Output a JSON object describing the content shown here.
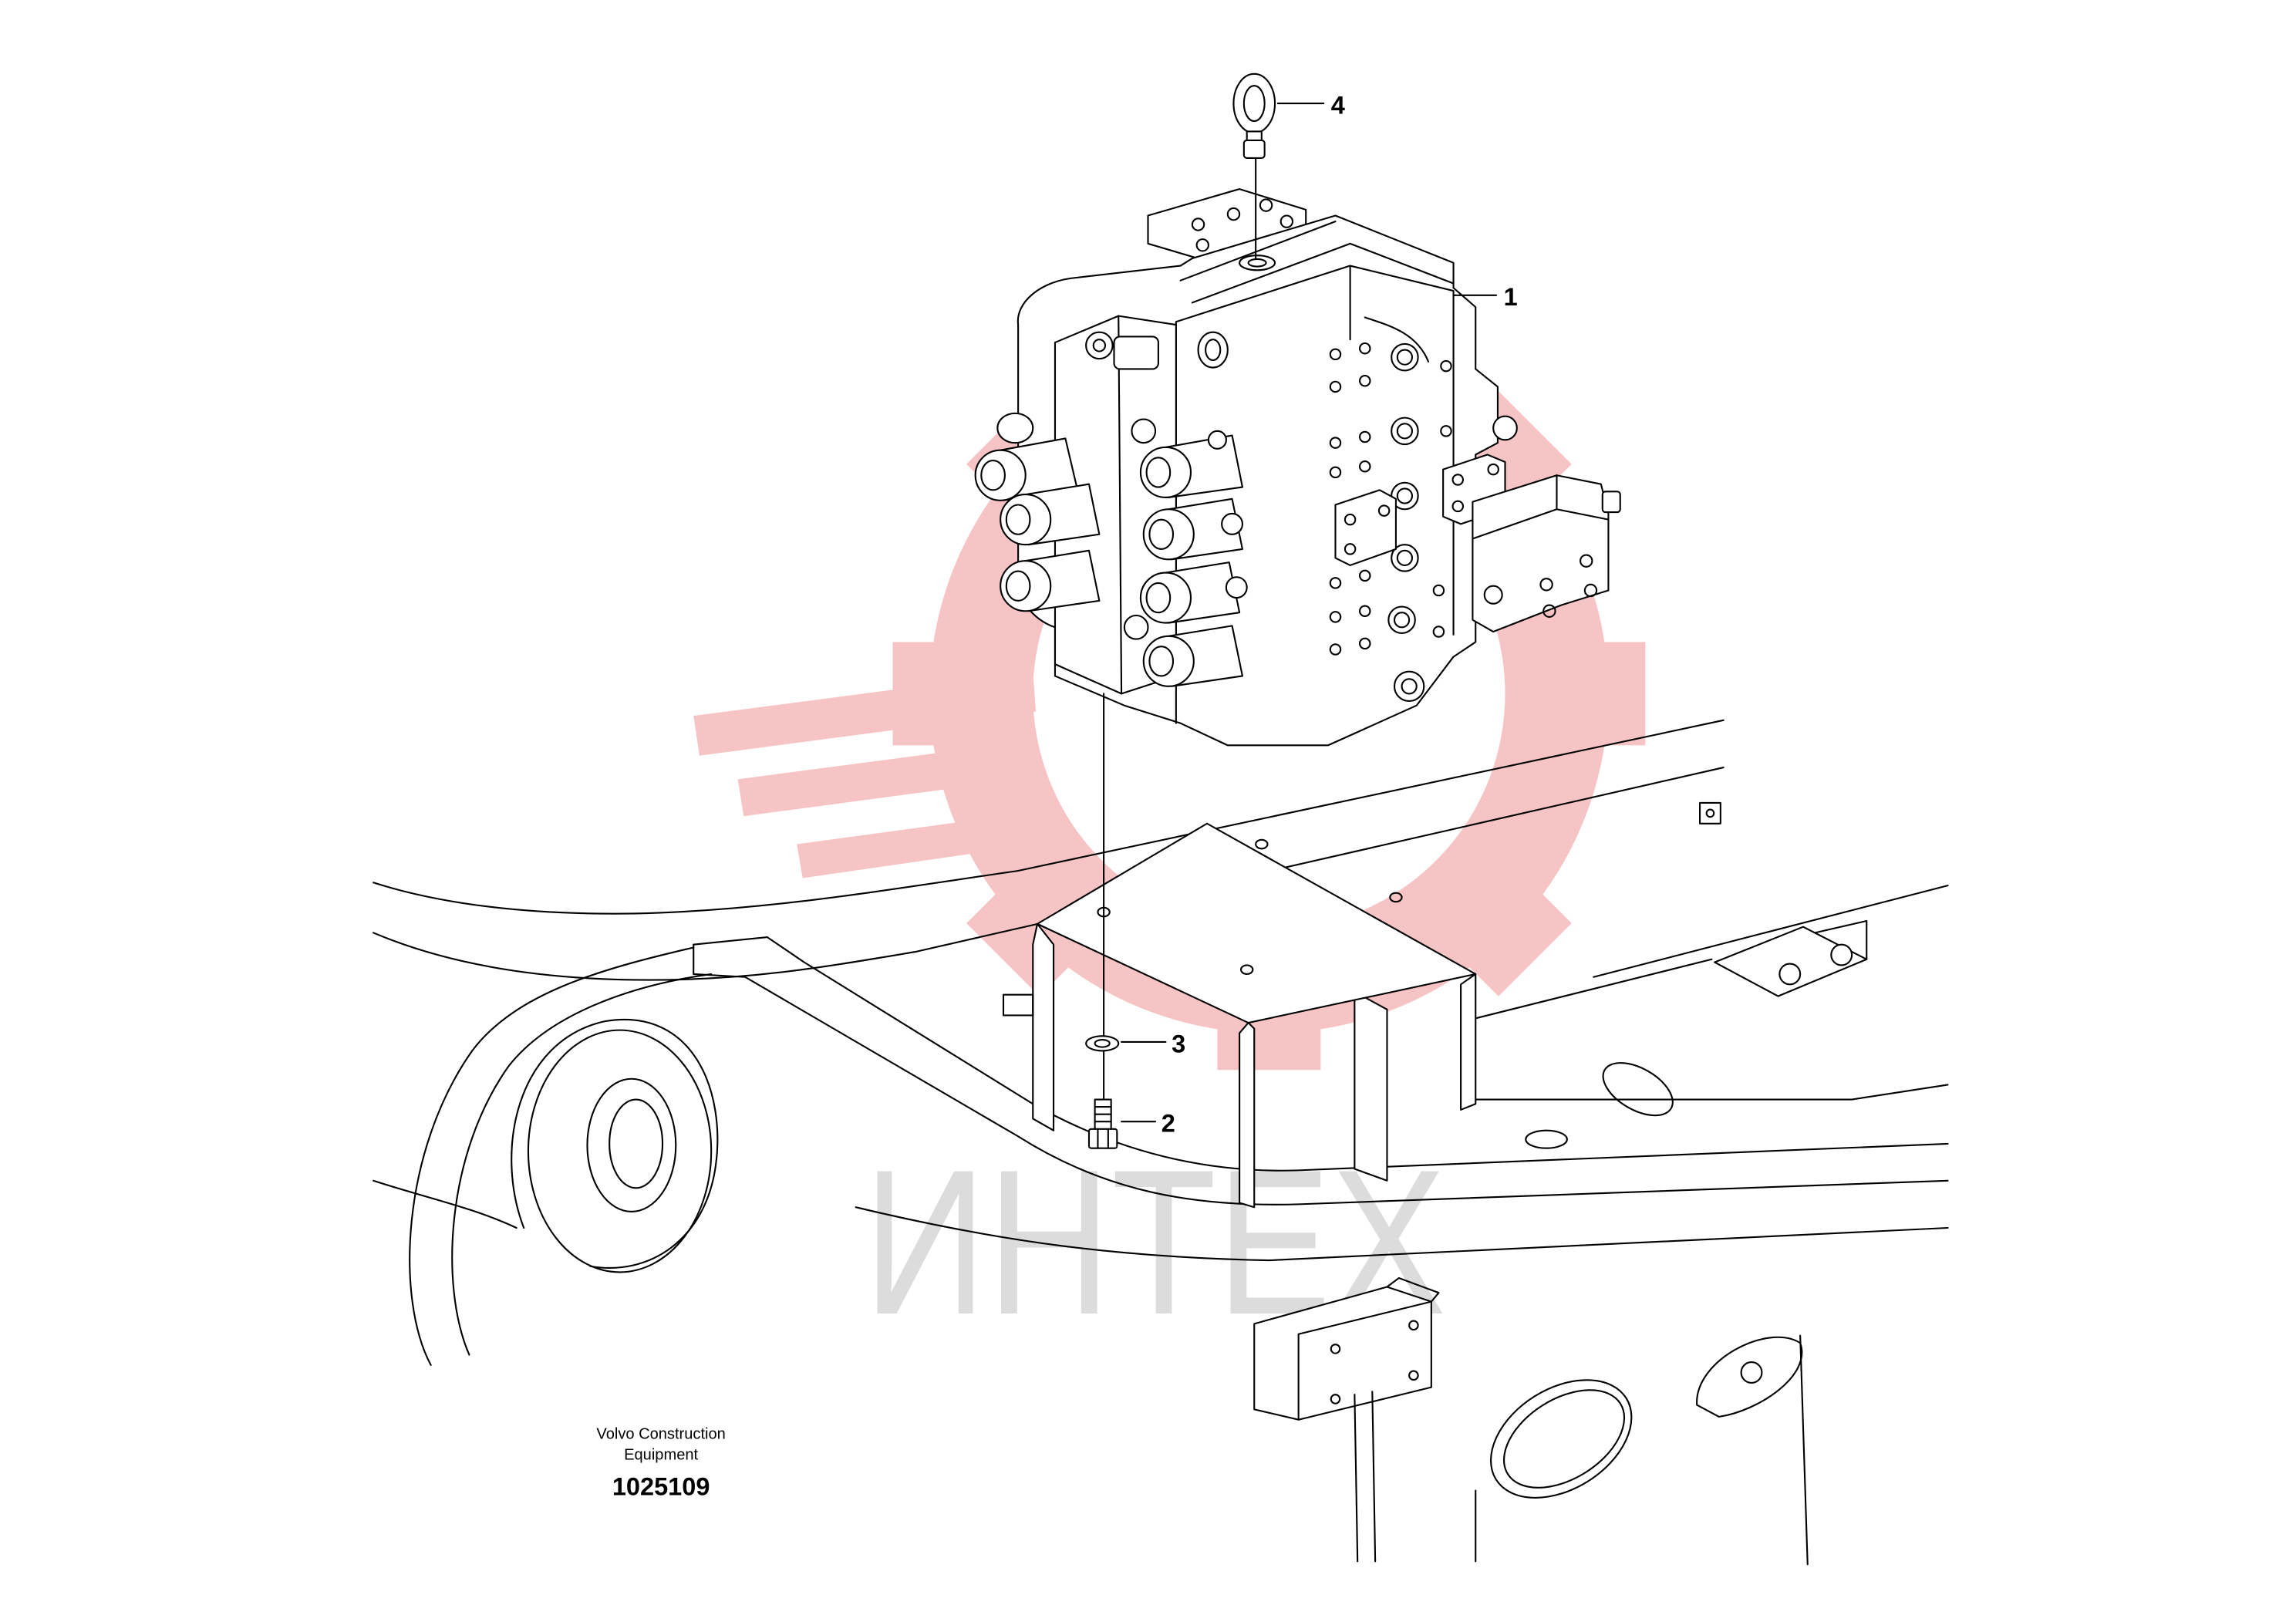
{
  "diagram": {
    "callouts": [
      "4",
      "1",
      "3",
      "2"
    ],
    "caption": {
      "line1": "Volvo Construction",
      "line2": "Equipment",
      "number": "1025109"
    },
    "watermark": {
      "text": "ИНТЕХ"
    }
  },
  "colors": {
    "background": "#ffffff",
    "line": "#000000",
    "watermark_logo": "#ee8a8a",
    "watermark_text": "#dcdcdc"
  }
}
